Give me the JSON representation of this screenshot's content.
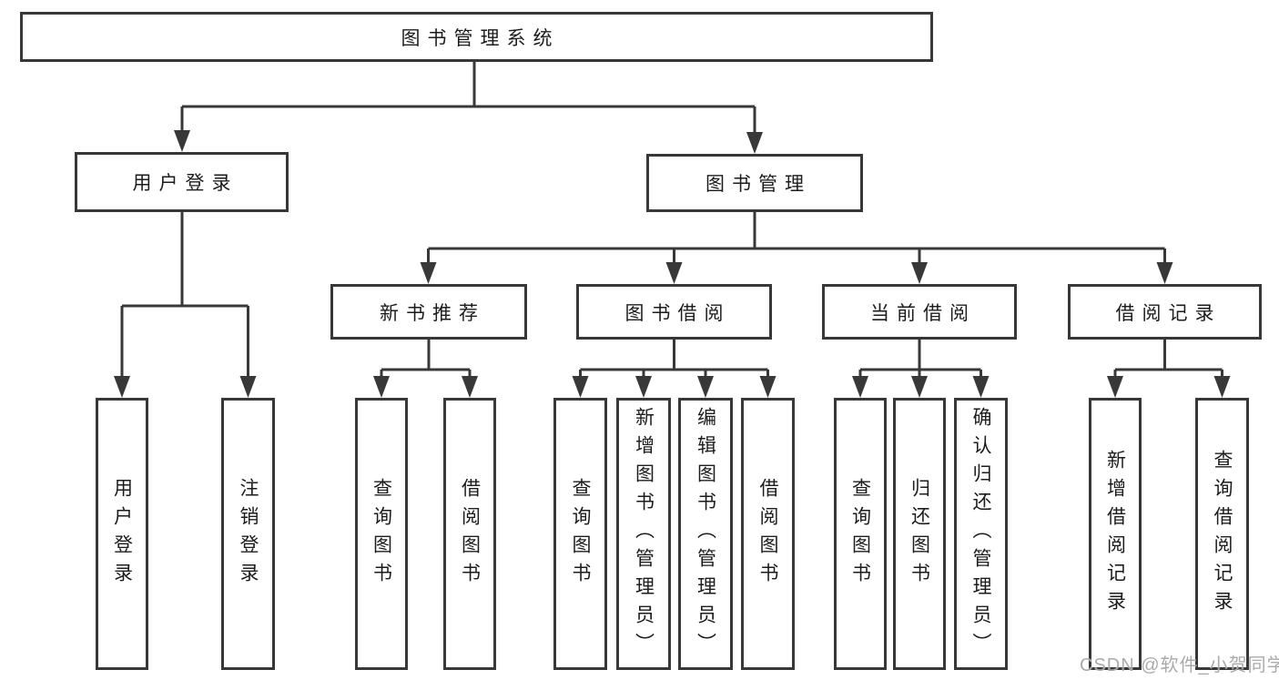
{
  "diagram": {
    "title": "图书管理系统",
    "colors": {
      "line": "#383838",
      "box_border": "#383838",
      "box_fill": "#ffffff",
      "text": "#1c1c1c",
      "watermark_text": "#9e9e9e"
    },
    "tree": {
      "label": "图书管理系统",
      "children": [
        {
          "label": "用户登录",
          "children": [
            {
              "label": "用户登录"
            },
            {
              "label": "注销登录"
            }
          ]
        },
        {
          "label": "图书管理",
          "children": [
            {
              "label": "新书推荐",
              "children": [
                {
                  "label": "查询图书"
                },
                {
                  "label": "借阅图书"
                }
              ]
            },
            {
              "label": "图书借阅",
              "children": [
                {
                  "label": "查询图书"
                },
                {
                  "label": "新增图书（管理员）"
                },
                {
                  "label": "编辑图书（管理员）"
                },
                {
                  "label": "借阅图书"
                }
              ]
            },
            {
              "label": "当前借阅",
              "children": [
                {
                  "label": "查询图书"
                },
                {
                  "label": "归还图书"
                },
                {
                  "label": "确认归还（管理员）"
                }
              ]
            },
            {
              "label": "借阅记录",
              "children": [
                {
                  "label": "新增借阅记录"
                },
                {
                  "label": "查询借阅记录"
                }
              ]
            }
          ]
        }
      ]
    },
    "watermark": "CSDN @软件_小贺同学"
  }
}
